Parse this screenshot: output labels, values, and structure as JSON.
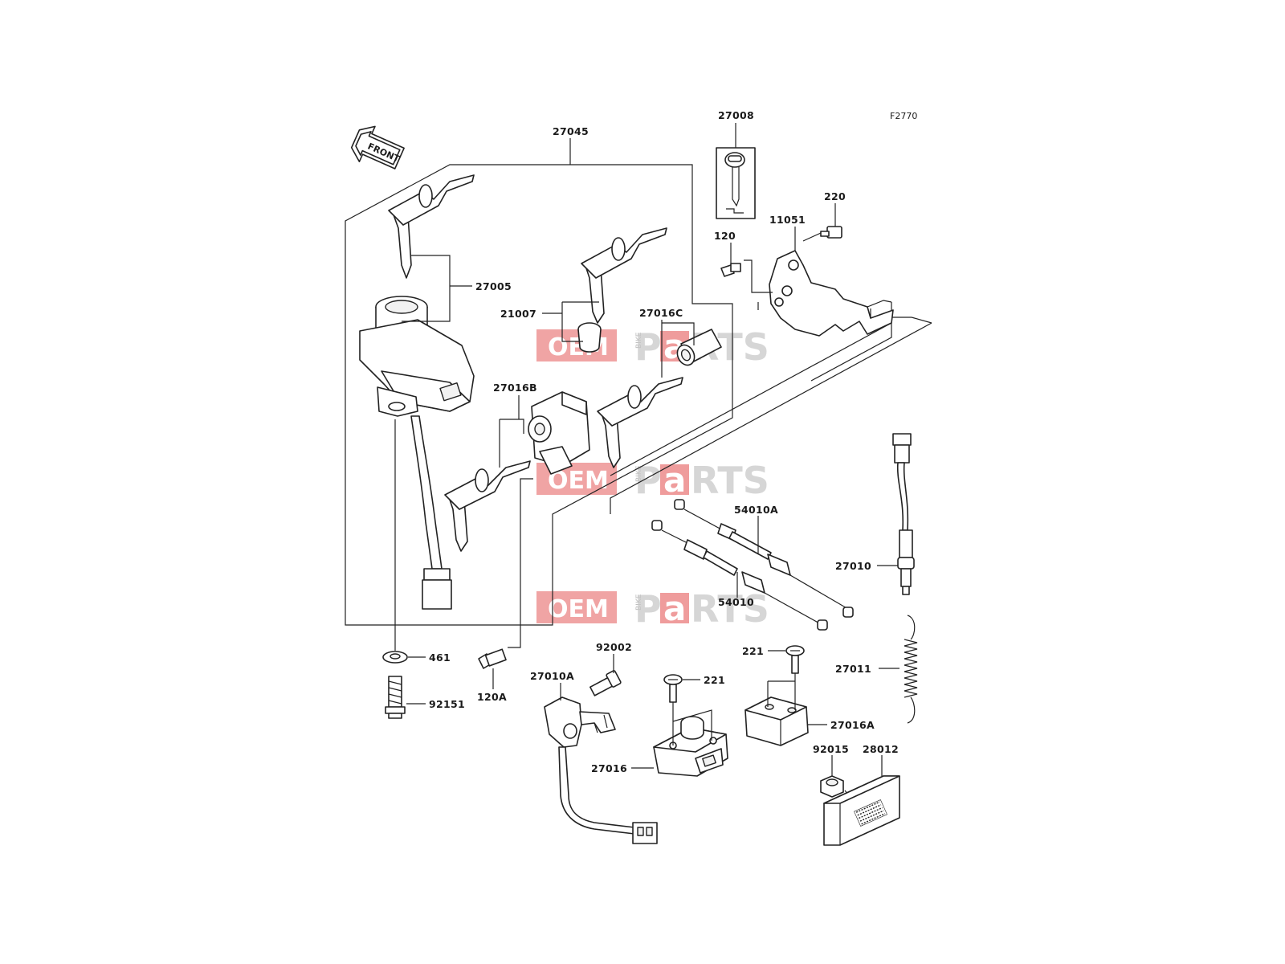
{
  "figure_code": "F2770",
  "front_arrow_label": "FRONT",
  "watermark": {
    "oem": "OEM",
    "bike": "BIKE",
    "p": "P",
    "a": "a",
    "rts": "RTS"
  },
  "labels": {
    "p27045": "27045",
    "p27008": "27008",
    "p220": "220",
    "p11051": "11051",
    "p120": "120",
    "p27005": "27005",
    "p21007": "21007",
    "p27016C": "27016C",
    "p27016B": "27016B",
    "p54010A": "54010A",
    "p27010": "27010",
    "p54010": "54010",
    "p461": "461",
    "p92151": "92151",
    "p120A": "120A",
    "p92002": "92002",
    "p27010A": "27010A",
    "p221a": "221",
    "p221b": "221",
    "p27011": "27011",
    "p27016A": "27016A",
    "p92015": "92015",
    "p28012": "28012",
    "p27016": "27016"
  }
}
